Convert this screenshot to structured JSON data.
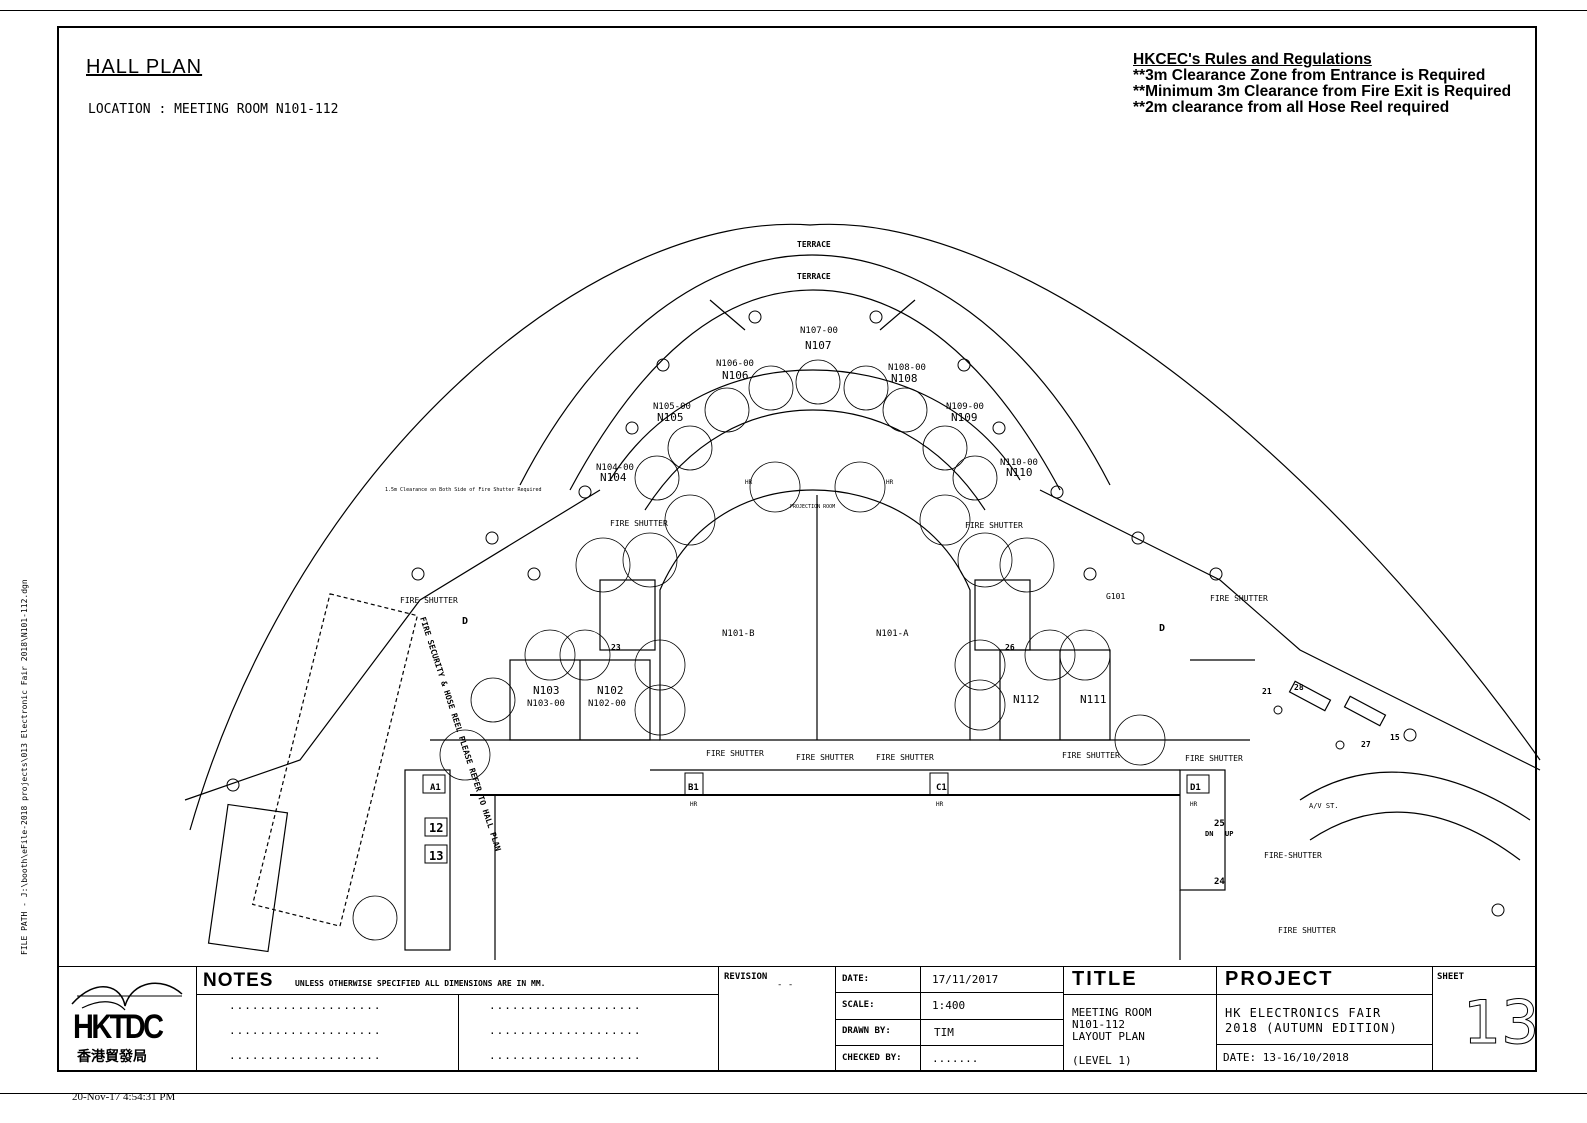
{
  "header": {
    "hall_plan": "HALL PLAN",
    "location": "LOCATION : MEETING ROOM N101-112"
  },
  "rules": {
    "heading": "HKCEC's Rules and Regulations",
    "items": [
      "**3m Clearance Zone from Entrance is Required",
      "**Minimum 3m Clearance from Fire Exit is Required",
      "**2m clearance from all Hose Reel required"
    ]
  },
  "plan_labels": {
    "terrace": "TERRACE",
    "n107_code": "N107-00",
    "n107": "N107",
    "n106_code": "N106-00",
    "n106": "N106",
    "n108_code": "N108-00",
    "n108": "N108",
    "n105_code": "N105-00",
    "n105": "N105",
    "n109_code": "N109-00",
    "n109": "N109",
    "n104_code": "N104-00",
    "n104": "N104",
    "n110_code": "N110-00",
    "n110": "N110",
    "n101b": "N101-B",
    "n101a": "N101-A",
    "n103": "N103",
    "n103_code": "N103-00",
    "n102": "N102",
    "n102_code": "N102-00",
    "n112": "N112",
    "n111": "N111",
    "fire_shutter": "FIRE SHUTTER",
    "fire_shutter_dash": "FIRE-SHUTTER",
    "projection": "PROJECTION ROOM",
    "g101": "G101",
    "hr": "HR",
    "av": "A/V ST.",
    "clearance_note": "1.5m Clearance on Both Side of Fire Shutter Required",
    "rotated_note": "FIRE SECURITY & HOSE REEL PLEASE REFER TO HALL PLAN",
    "d": "D",
    "a1": "A1",
    "b1": "B1",
    "c1": "C1",
    "d1": "D1",
    "n12": "12",
    "n13": "13",
    "n23": "23",
    "n26": "26",
    "n25": "25",
    "n24": "24",
    "n28": "28",
    "n27": "27",
    "n15": "15",
    "n21": "21",
    "up": "UP",
    "dn": "DN"
  },
  "titleblock": {
    "notes_title": "NOTES",
    "notes_sub": "UNLESS OTHERWISE SPECIFIED ALL DIMENSIONS ARE IN MM.",
    "dots": "....................",
    "revision_label": "REVISION",
    "revision_value": "-  -",
    "date_label": "DATE:",
    "date_value": "17/11/2017",
    "scale_label": "SCALE:",
    "scale_value": "1:400",
    "drawn_label": "DRAWN BY:",
    "drawn_value": "TIM",
    "checked_label": "CHECKED BY:",
    "checked_value": ".......",
    "title_label": "TITLE",
    "title_line1": "MEETING ROOM",
    "title_line2": "N101-112",
    "title_line3": "LAYOUT PLAN",
    "title_level": "(LEVEL 1)",
    "project_label": "PROJECT",
    "project_line1": "HK ELECTRONICS FAIR",
    "project_line2": "2018 (AUTUMN EDITION)",
    "project_date": "DATE: 13-16/10/2018",
    "sheet_label": "SHEET",
    "sheet_number": "13",
    "logo_text": "HKTDC",
    "logo_chinese": "香港貿發局"
  },
  "file_path": "FILE PATH - J:\\booth\\eFile-2018 projects\\013 Electronic Fair 2018\\N101-112.dgn",
  "print_stamp": "20-Nov-17 4:54:31 PM"
}
